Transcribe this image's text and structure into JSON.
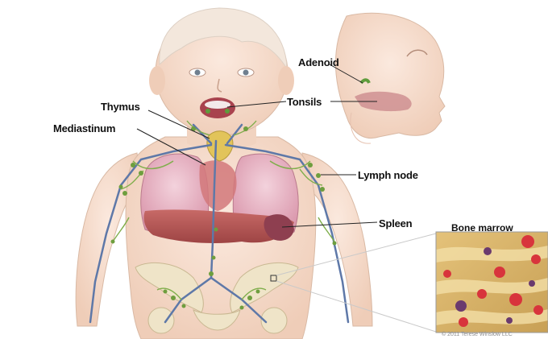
{
  "diagram": {
    "labels": {
      "adenoid": "Adenoid",
      "tonsils": "Tonsils",
      "thymus": "Thymus",
      "mediastinum": "Mediastinum",
      "lymph_node": "Lymph node",
      "spleen": "Spleen"
    },
    "inset": {
      "title": "Bone marrow"
    },
    "copyright": "© 2011 Terese Winslow LLC"
  },
  "colors": {
    "skin": "#f6dccb",
    "skin_outline": "#d9b9a4",
    "lung": "#e9b3c3",
    "liver": "#b8595a",
    "lymph": "#7fae4b",
    "vessel": "#5e78a8",
    "bone": "#efe4c8",
    "marrow_bg": "#d9b56a",
    "marrow_cell": "#d8343c"
  }
}
